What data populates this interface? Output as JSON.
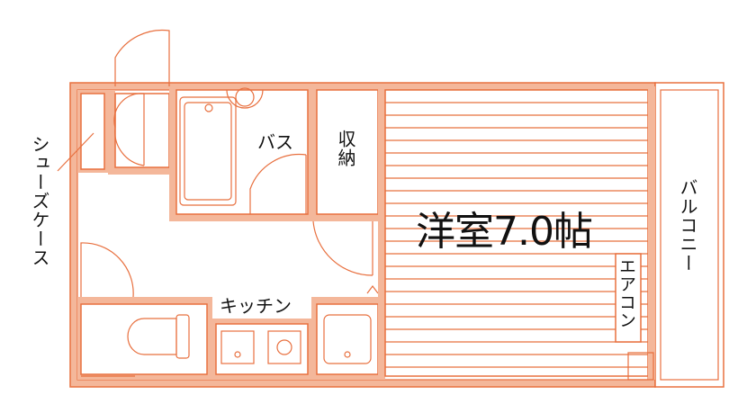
{
  "plan": {
    "main_room": "洋室7.0帖",
    "shoe_case": "シューズケース",
    "bath": "バス",
    "storage": "収納",
    "kitchen": "キッチン",
    "aircon": "エアコン",
    "balcony": "バルコニー"
  },
  "colors": {
    "wall": "#f4b79a",
    "stroke": "#e8703f"
  }
}
